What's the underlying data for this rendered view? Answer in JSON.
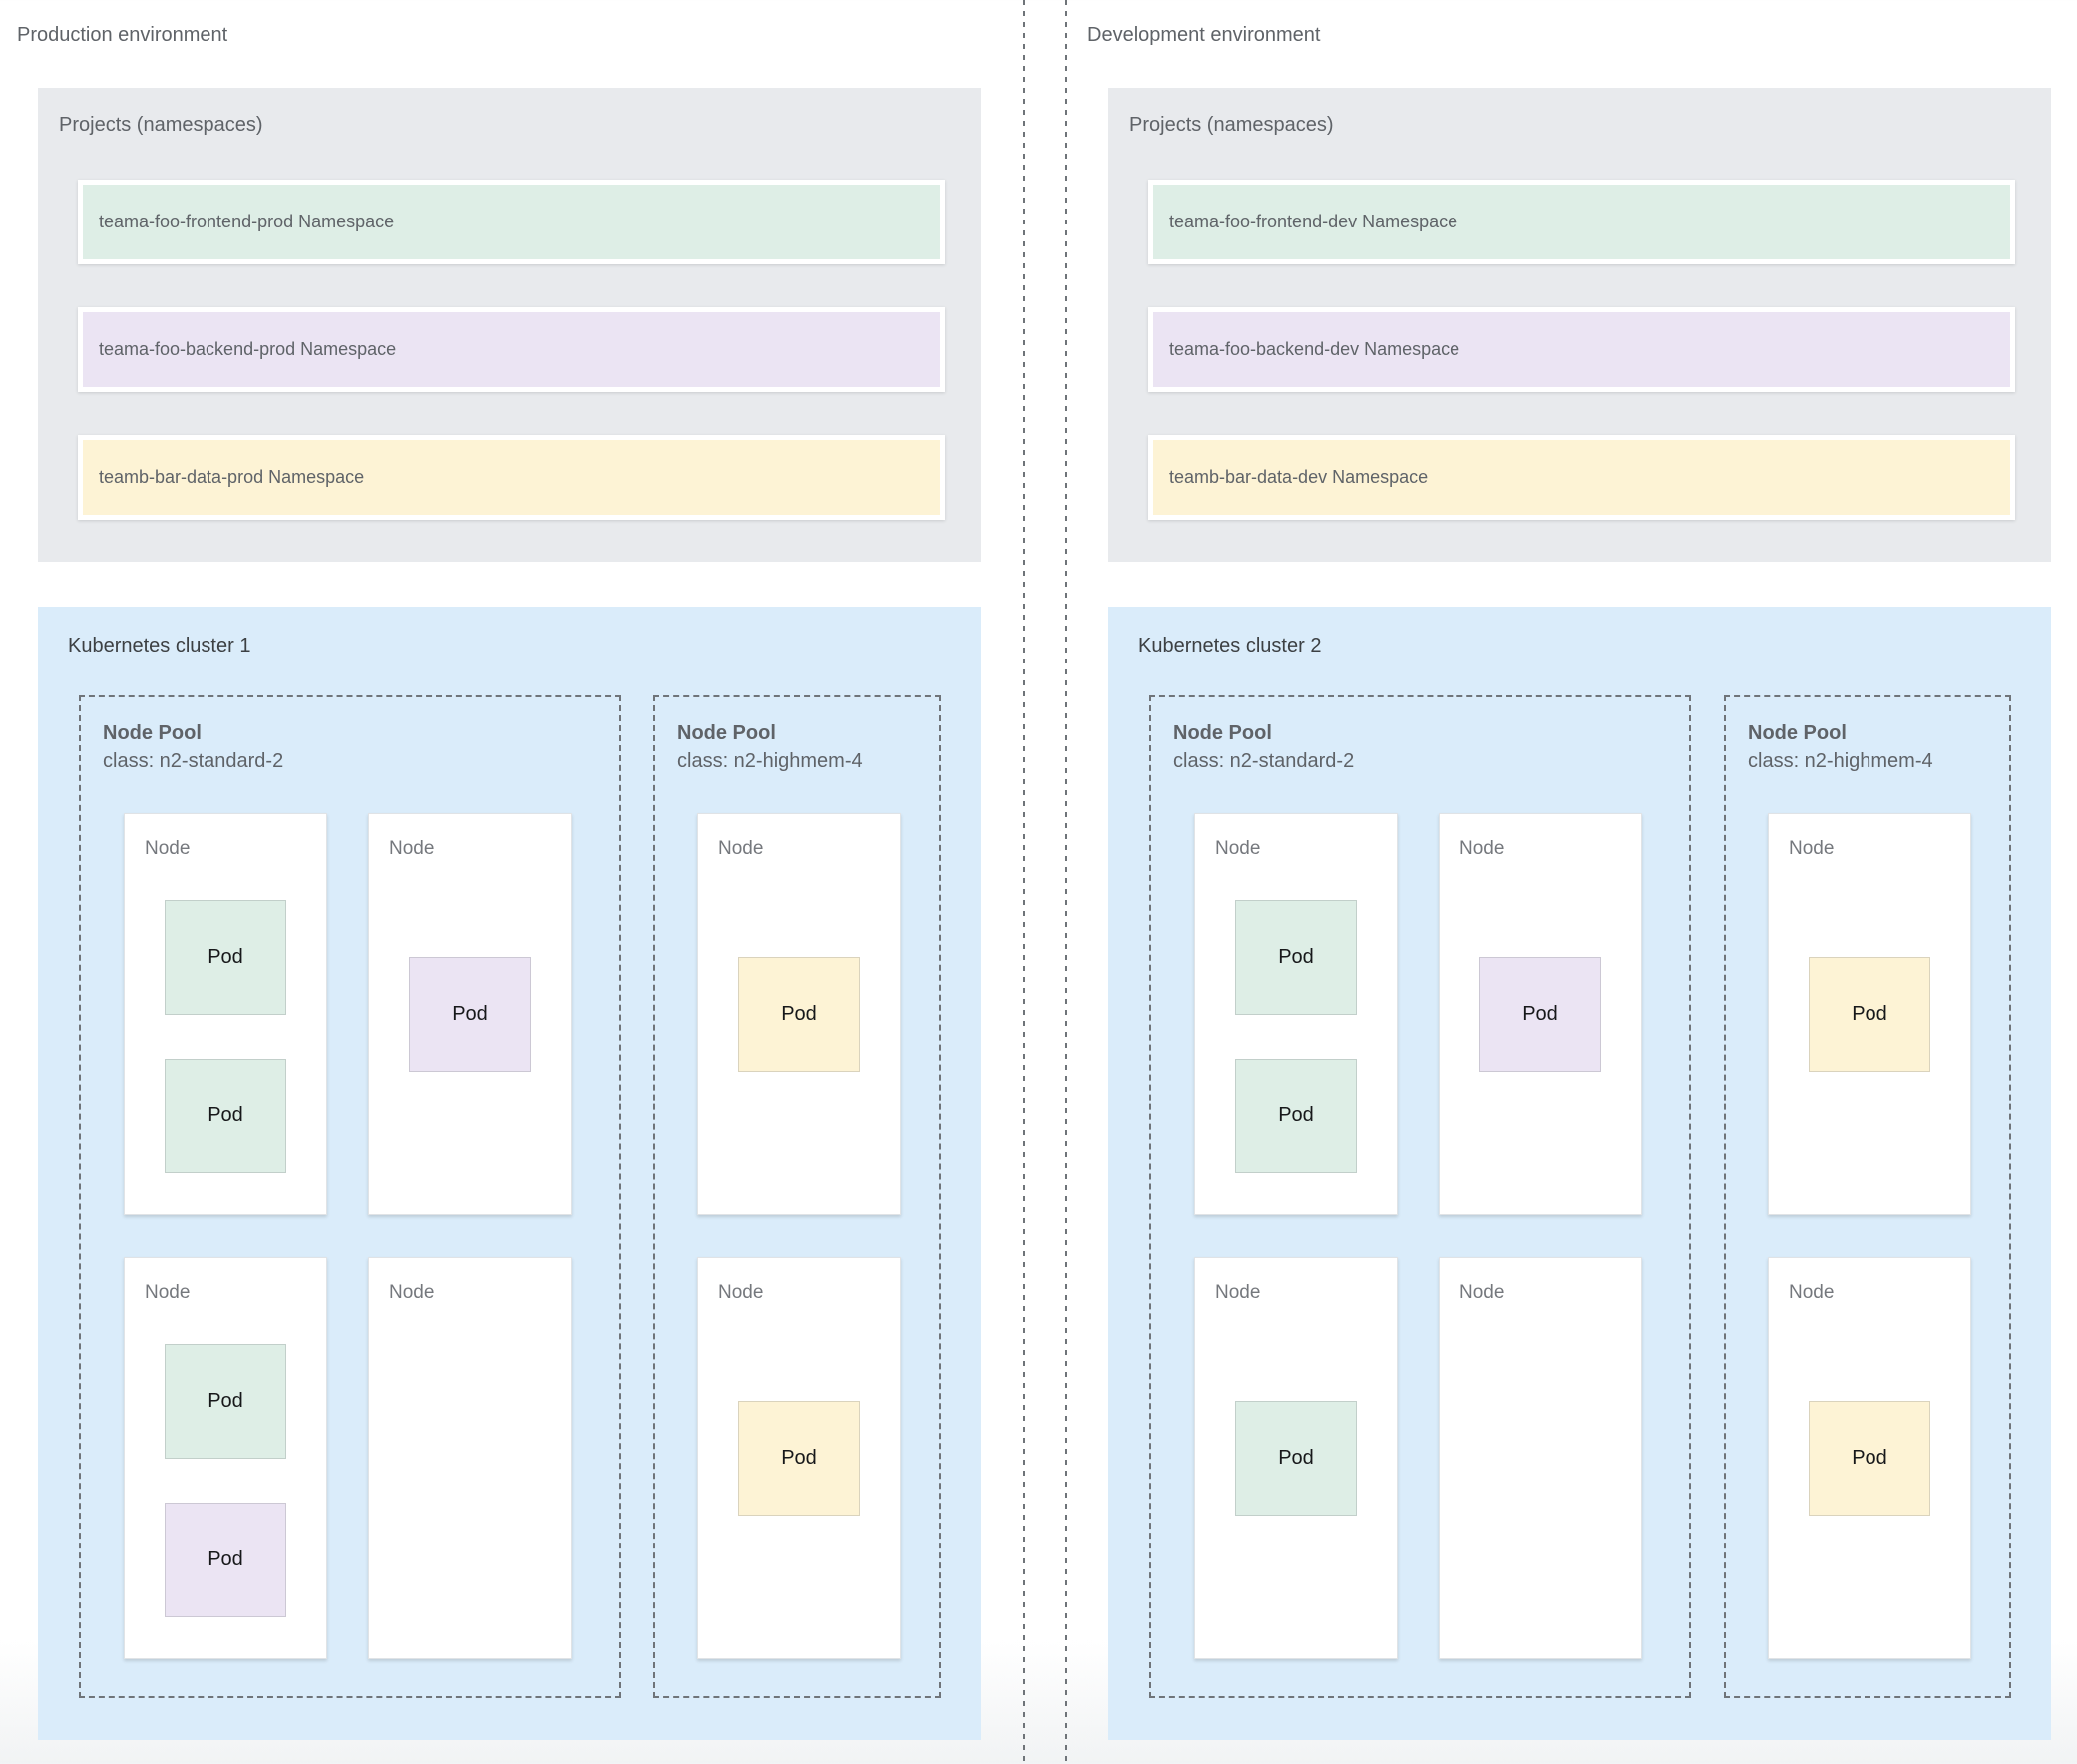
{
  "colors": {
    "namespace_green": "#deeee6",
    "namespace_purple": "#ebe4f3",
    "namespace_yellow": "#fdf3d5",
    "projects_panel_grey": "#e8eaed",
    "cluster_panel_blue": "#daecfa",
    "text_grey": "#5f6368",
    "title_grey": "#3c4043"
  },
  "environments": [
    {
      "title": "Production environment",
      "projects_label": "Projects (namespaces)",
      "namespaces": [
        {
          "label": "teama-foo-frontend-prod Namespace",
          "color": "green"
        },
        {
          "label": "teama-foo-backend-prod Namespace",
          "color": "purple"
        },
        {
          "label": "teamb-bar-data-prod Namespace",
          "color": "yellow"
        }
      ],
      "cluster": {
        "title": "Kubernetes cluster 1",
        "node_pools": [
          {
            "name": "Node Pool",
            "class_line": "class: n2-standard-2",
            "nodes": [
              {
                "label": "Node",
                "pods": [
                  {
                    "label": "Pod",
                    "color": "green"
                  },
                  {
                    "label": "Pod",
                    "color": "green"
                  }
                ]
              },
              {
                "label": "Node",
                "pods": [
                  {
                    "label": "Pod",
                    "color": "purple"
                  }
                ]
              },
              {
                "label": "Node",
                "pods": [
                  {
                    "label": "Pod",
                    "color": "green"
                  },
                  {
                    "label": "Pod",
                    "color": "purple"
                  }
                ]
              },
              {
                "label": "Node",
                "pods": []
              }
            ]
          },
          {
            "name": "Node Pool",
            "class_line": "class: n2-highmem-4",
            "nodes": [
              {
                "label": "Node",
                "pods": [
                  {
                    "label": "Pod",
                    "color": "yellow"
                  }
                ]
              },
              {
                "label": "Node",
                "pods": [
                  {
                    "label": "Pod",
                    "color": "yellow"
                  }
                ]
              }
            ]
          }
        ]
      }
    },
    {
      "title": "Development environment",
      "projects_label": "Projects (namespaces)",
      "namespaces": [
        {
          "label": "teama-foo-frontend-dev Namespace",
          "color": "green"
        },
        {
          "label": "teama-foo-backend-dev Namespace",
          "color": "purple"
        },
        {
          "label": "teamb-bar-data-dev Namespace",
          "color": "yellow"
        }
      ],
      "cluster": {
        "title": "Kubernetes cluster 2",
        "node_pools": [
          {
            "name": "Node Pool",
            "class_line": "class: n2-standard-2",
            "nodes": [
              {
                "label": "Node",
                "pods": [
                  {
                    "label": "Pod",
                    "color": "green"
                  },
                  {
                    "label": "Pod",
                    "color": "green"
                  }
                ]
              },
              {
                "label": "Node",
                "pods": [
                  {
                    "label": "Pod",
                    "color": "purple"
                  }
                ]
              },
              {
                "label": "Node",
                "pods": [
                  {
                    "label": "Pod",
                    "color": "green"
                  }
                ]
              },
              {
                "label": "Node",
                "pods": []
              }
            ]
          },
          {
            "name": "Node Pool",
            "class_line": "class: n2-highmem-4",
            "nodes": [
              {
                "label": "Node",
                "pods": [
                  {
                    "label": "Pod",
                    "color": "yellow"
                  }
                ]
              },
              {
                "label": "Node",
                "pods": [
                  {
                    "label": "Pod",
                    "color": "yellow"
                  }
                ]
              }
            ]
          }
        ]
      }
    }
  ]
}
